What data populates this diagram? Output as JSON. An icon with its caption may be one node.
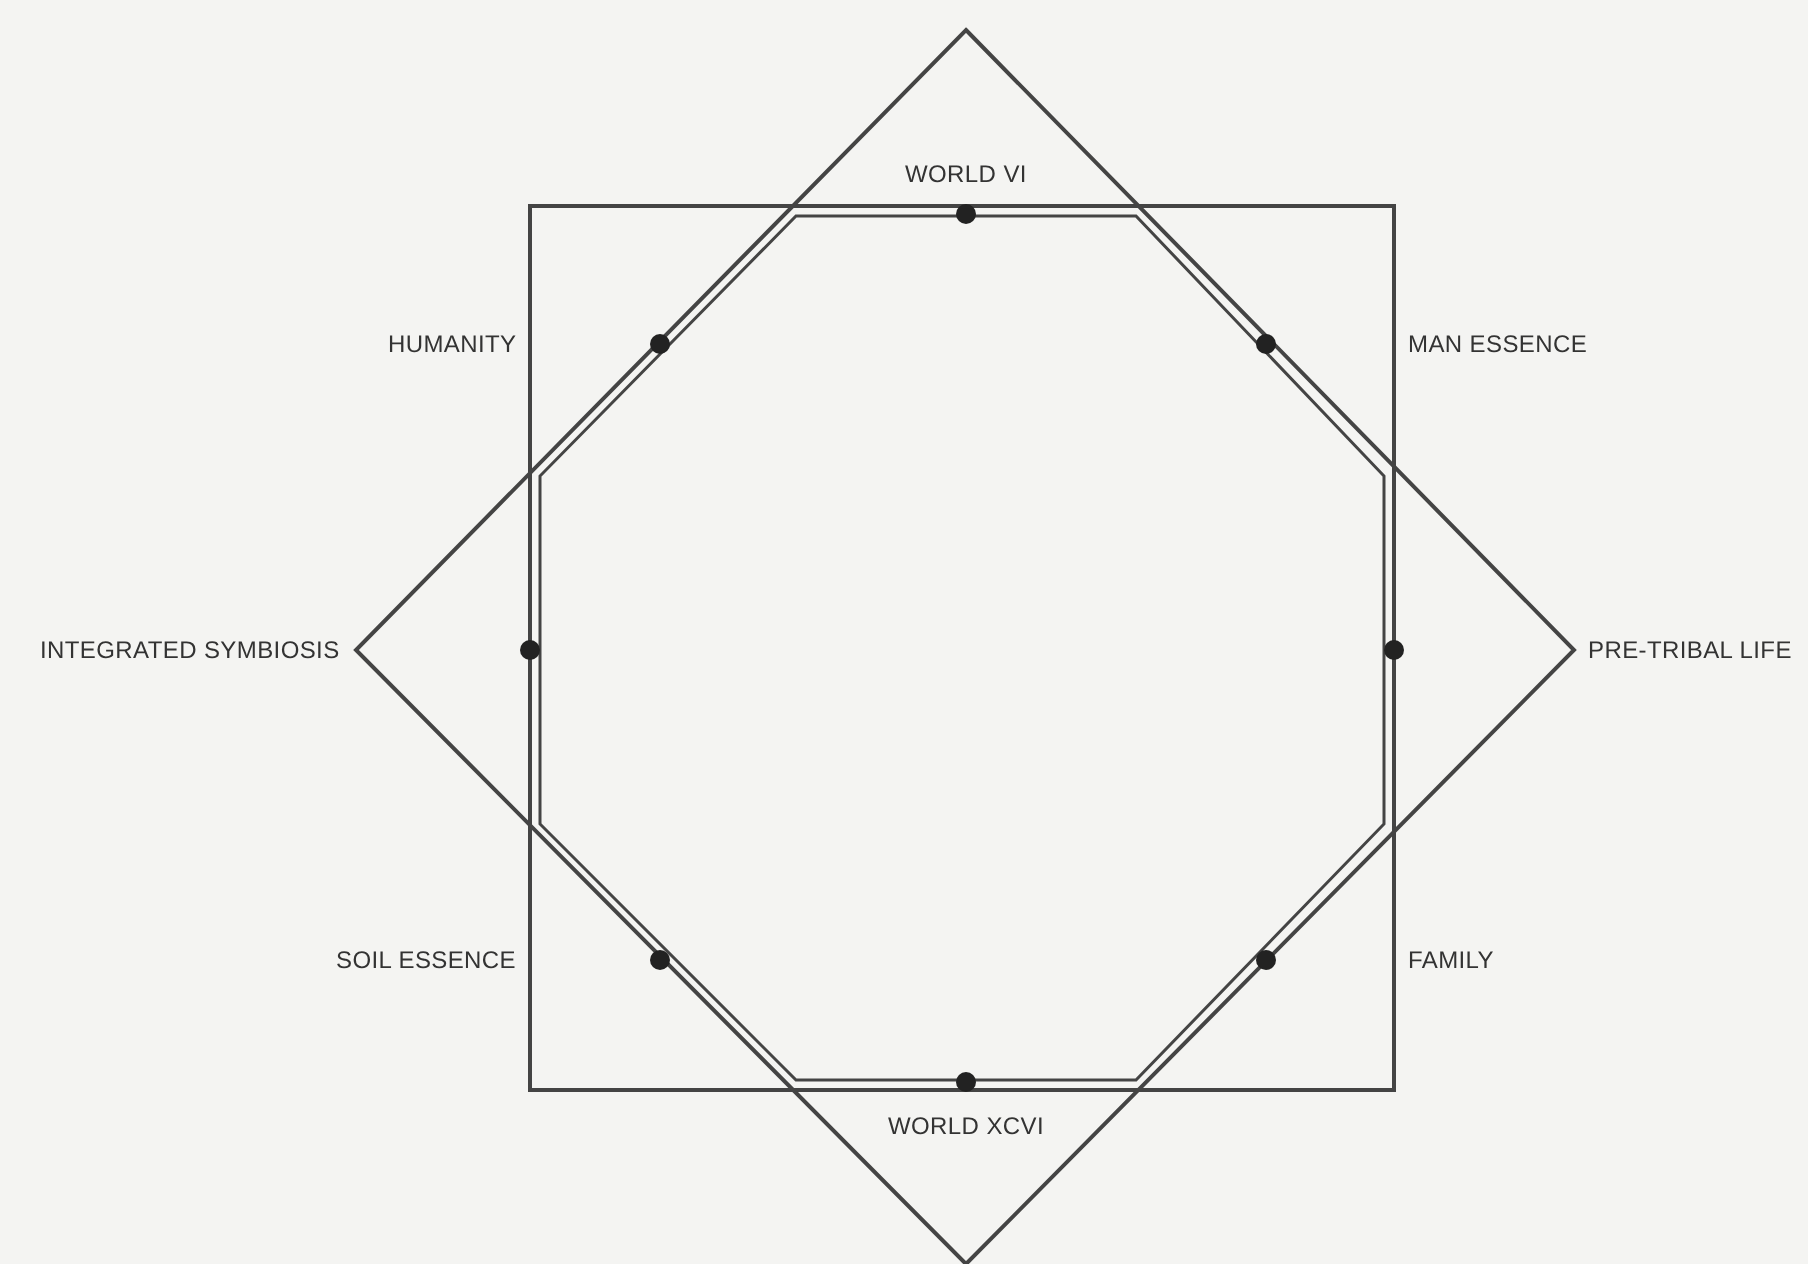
{
  "diagram": {
    "labels": [
      "WORLD VI",
      "HUMANITY",
      "MAN ESSENCE",
      "INTEGRATED SYMBIOSIS",
      "PRE-TRIBAL LIFE",
      "SOIL ESSENCE",
      "FAMILY",
      "WORLD XCVI"
    ]
  }
}
